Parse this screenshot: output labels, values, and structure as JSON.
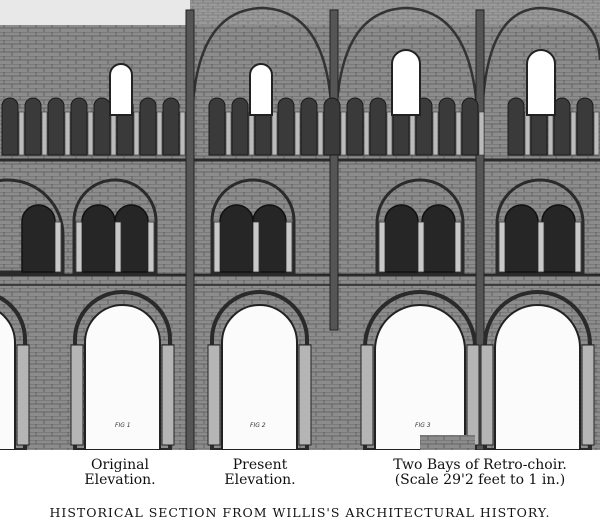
{
  "figure_labels": [
    "FIG 1",
    "FIG 2",
    "FIG 3"
  ],
  "captions": {
    "original": [
      "Original",
      "Elevation."
    ],
    "present": [
      "Present",
      "Elevation."
    ],
    "retro_choir": [
      "Two Bays of Retro-choir.",
      "(Scale 29'2 feet to 1 in.)"
    ]
  },
  "title": "HISTORICAL SECTION FROM WILLIS'S ARCHITECTURAL HISTORY."
}
